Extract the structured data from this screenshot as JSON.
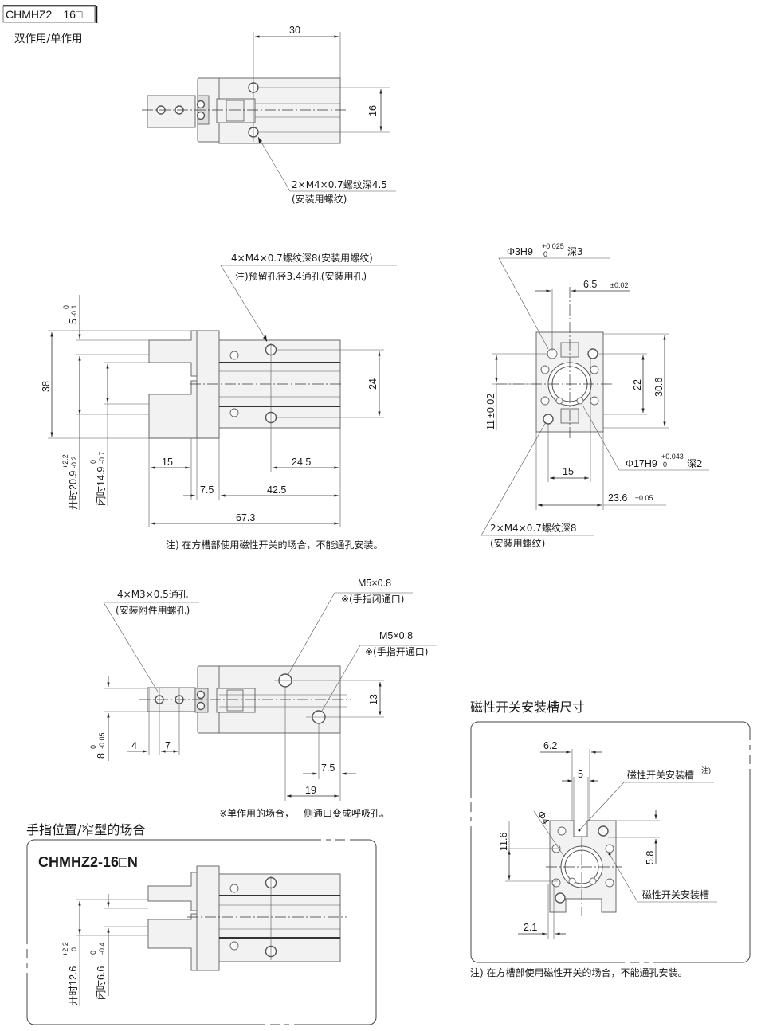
{
  "header": {
    "model_label": "CHMHZ2－16□",
    "subtitle": "双作用/单作用"
  },
  "top_view": {
    "dim_width": "30",
    "dim_height": "16",
    "callout_line1": "2×M4×0.7螺纹深4.5",
    "callout_line2": "(安装用螺纹)"
  },
  "side_view": {
    "callout_line1": "4×M4×0.7螺纹深8(安装用螺纹)",
    "callout_line2": "注)预留孔径3.4通孔(安装用孔)",
    "dim_5": "5",
    "dim_5_tol_upper": "0",
    "dim_5_tol_lower": "-0.1",
    "dim_38": "38",
    "dim_24": "24",
    "dim_open": "开时20.9",
    "dim_open_tol_upper": "+2.2",
    "dim_open_tol_lower": "-0.2",
    "dim_closed": "闭时14.9",
    "dim_closed_tol_upper": "0",
    "dim_closed_tol_lower": "-0.7",
    "dim_15": "15",
    "dim_24_5": "24.5",
    "dim_7_5": "7.5",
    "dim_42_5": "42.5",
    "dim_67_3": "67.3",
    "note": "注) 在方槽部使用磁性开关的场合，不能通孔安装。"
  },
  "end_view": {
    "pin_hole": "Φ3H9",
    "pin_hole_tol_upper": "+0.025",
    "pin_hole_tol_lower": "0",
    "pin_hole_depth": "深3",
    "dim_6_5": "6.5",
    "dim_6_5_tol": "±0.02",
    "dim_22": "22",
    "dim_30_6": "30.6",
    "dim_11": "11",
    "dim_11_tol": "±0.02",
    "bore": "Φ17H9",
    "bore_tol_upper": "+0.043",
    "bore_tol_lower": "0",
    "bore_depth": "深2",
    "dim_15": "15",
    "dim_23_6": "23.6",
    "dim_23_6_tol": "±0.05",
    "callout_line1": "2×M4×0.7螺纹深8",
    "callout_line2": "(安装用螺纹)"
  },
  "bottom_view": {
    "callout_a_line1": "4×M3×0.5通孔",
    "callout_a_line2": "(安装附件用螺孔)",
    "port_closed_line1": "M5×0.8",
    "port_closed_line2": "※(手指闭通口)",
    "port_open_line1": "M5×0.8",
    "port_open_line2": "※(手指开通口)",
    "dim_13": "13",
    "dim_8": "8",
    "dim_8_tol_upper": "0",
    "dim_8_tol_lower": "-0.05",
    "dim_4": "4",
    "dim_7": "7",
    "dim_7_5": "7.5",
    "dim_19": "19",
    "note": "※单作用的场合，一侧通口变成呼吸孔。"
  },
  "narrow_section": {
    "title": "手指位置/窄型的场合",
    "model_label": "CHMHZ2-16□N",
    "dim_open": "开时12.6",
    "dim_open_tol_upper": "+2.2",
    "dim_open_tol_lower": "0",
    "dim_closed": "闭时6.6",
    "dim_closed_tol_upper": "0",
    "dim_closed_tol_lower": "-0.4"
  },
  "switch_section": {
    "title": "磁性开关安装槽尺寸",
    "dim_6_2": "6.2",
    "dim_5": "5",
    "dim_phi4": "Φ4",
    "dim_11_6": "11.6",
    "dim_5_8": "5.8",
    "dim_2_1": "2.1",
    "slot_label_top": "磁性开关安装槽",
    "slot_label_top_note": "注)",
    "slot_label_side": "磁性开关安装槽",
    "note": "注) 在方槽部使用磁性开关的场合，不能通孔安装。"
  }
}
